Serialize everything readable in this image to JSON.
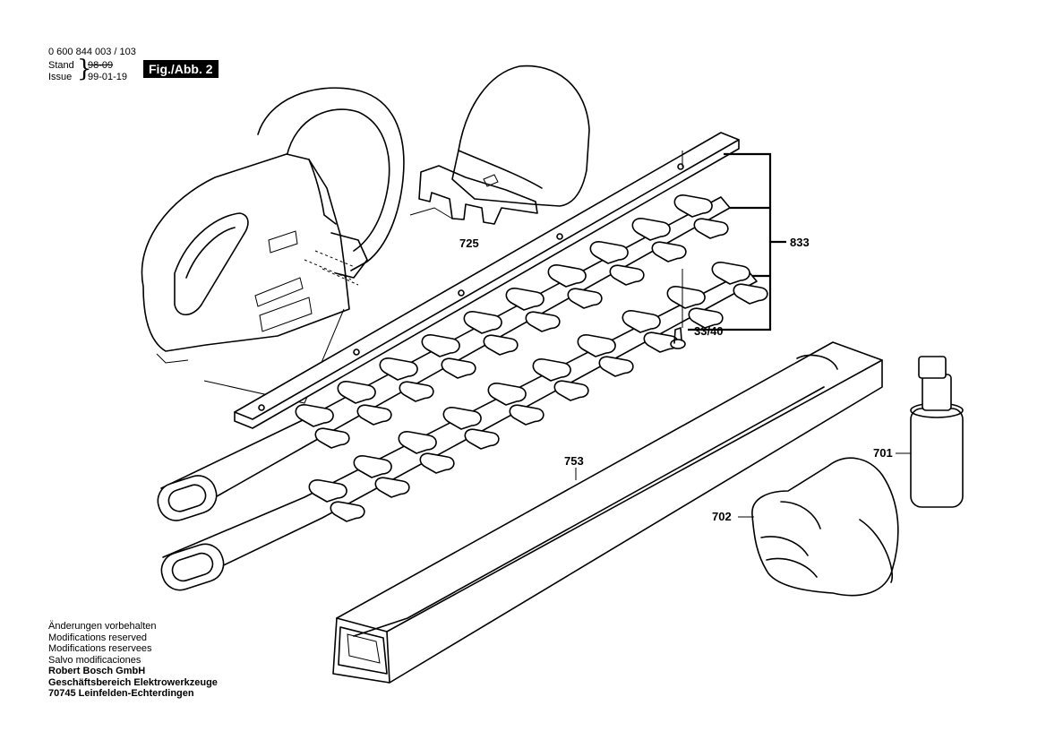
{
  "header": {
    "doc_number": "0 600 844 003 / 103",
    "stand_label": "Stand",
    "stand_value": "98-09",
    "issue_label": "Issue",
    "issue_value": "99-01-19",
    "figure_badge": "Fig./Abb. 2"
  },
  "parts": {
    "p725": "725",
    "p833": "833",
    "p33_40": "33/40",
    "p753": "753",
    "p701": "701",
    "p702": "702"
  },
  "footer": {
    "line1": "Änderungen vorbehalten",
    "line2": "Modifications reserved",
    "line3": "Modifications reservees",
    "line4": "Salvo modificaciones",
    "company": "Robert Bosch GmbH",
    "division": "Geschäftsbereich Elektrowerkzeuge",
    "address": "70745 Leinfelden-Echterdingen"
  }
}
